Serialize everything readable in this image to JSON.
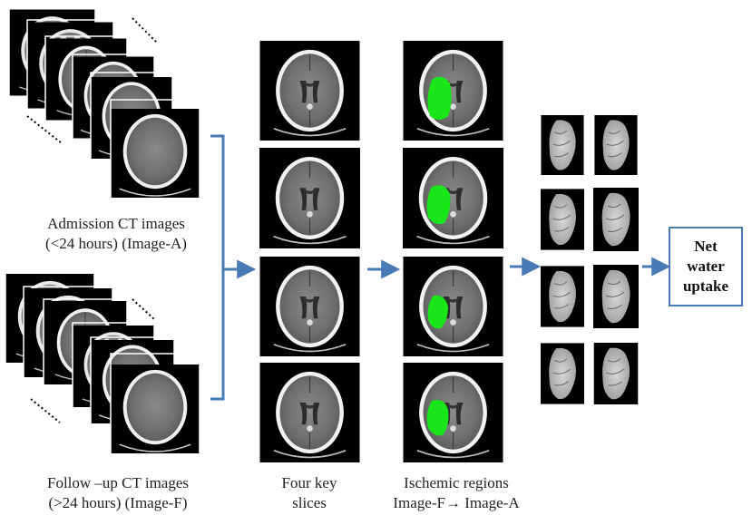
{
  "labels": {
    "admission": [
      "Admission CT images",
      "(<24 hours) (Image-A)"
    ],
    "followup": [
      "Follow –up CT images",
      "(>24 hours) (Image-F)"
    ],
    "key_slices": [
      "Four key",
      "slices"
    ],
    "ischemic": [
      "Ischemic regions",
      "Image-F→ Image-A"
    ],
    "output": [
      "Net",
      "water",
      "uptake"
    ]
  },
  "colors": {
    "arrow": "#4a7ab5",
    "ischemic_region": "#19e619",
    "scan_background": "#000000"
  }
}
